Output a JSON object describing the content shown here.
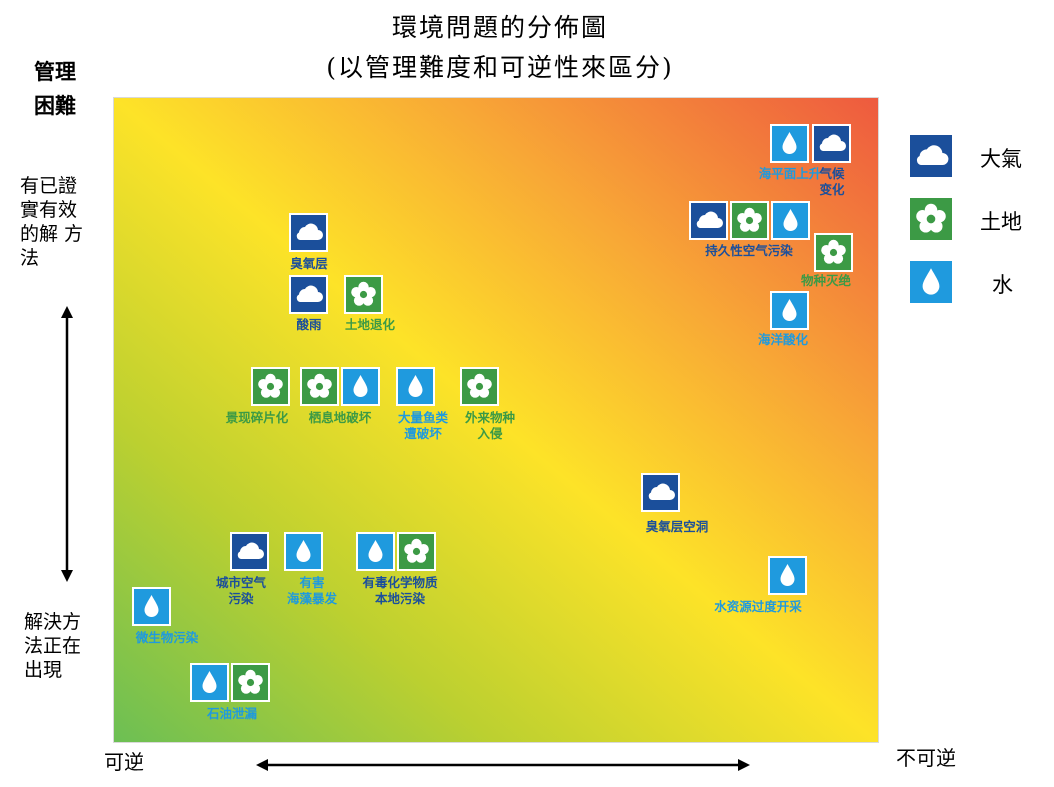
{
  "title": {
    "line1": "環境問題的分佈圖",
    "line2": "(以管理難度和可逆性來區分)"
  },
  "y_axis": {
    "top_label": "管理\n困難",
    "high_label": "有已證\n實有效\n的解 方\n法",
    "low_label": "解決方\n法正在\n出現"
  },
  "x_axis": {
    "low_label": "可逆",
    "high_label": "不可逆"
  },
  "legend": [
    {
      "key": "air",
      "label": "大氣",
      "icon": "cloud-icon"
    },
    {
      "key": "land",
      "label": "土地",
      "icon": "flower-icon"
    },
    {
      "key": "water",
      "label": "水",
      "icon": "drop-icon"
    }
  ],
  "colors": {
    "air": "#1b4f9b",
    "land": "#3c9a45",
    "water": "#1f9ade",
    "gradient_low": "#6cbf54",
    "gradient_mid": "#fde328",
    "gradient_high": "#ee5a3f"
  },
  "issues": [
    {
      "id": "sea-level-rise",
      "label": "海平面上升",
      "types": [
        "water"
      ],
      "label_color": "water"
    },
    {
      "id": "climate-change",
      "label": "气候\n变化",
      "types": [
        "air"
      ],
      "label_color": "air"
    },
    {
      "id": "persistent-pollution",
      "label": "持久性空气污染",
      "types": [
        "air",
        "land",
        "water"
      ],
      "label_color": "air"
    },
    {
      "id": "species-extinction",
      "label": "物种灭绝",
      "types": [
        "land"
      ],
      "label_color": "land"
    },
    {
      "id": "ocean-acidification",
      "label": "海洋酸化",
      "types": [
        "water"
      ],
      "label_color": "water"
    },
    {
      "id": "ozone-layer",
      "label": "臭氧层",
      "types": [
        "air"
      ],
      "label_color": "air"
    },
    {
      "id": "acid-rain",
      "label": "酸雨",
      "types": [
        "air"
      ],
      "label_color": "air"
    },
    {
      "id": "land-degradation",
      "label": "土地退化",
      "types": [
        "land"
      ],
      "label_color": "land"
    },
    {
      "id": "landscape-fragmentation",
      "label": "景现碎片化",
      "types": [
        "land"
      ],
      "label_color": "land"
    },
    {
      "id": "habitat-destruction",
      "label": "栖息地破坏",
      "types": [
        "land",
        "water"
      ],
      "label_color": "land"
    },
    {
      "id": "fish-stock-destruction",
      "label": "大量鱼类\n遭破坏",
      "types": [
        "water"
      ],
      "label_color": "water"
    },
    {
      "id": "invasive-species",
      "label": "外来物种\n入侵",
      "types": [
        "land"
      ],
      "label_color": "land"
    },
    {
      "id": "ozone-hole",
      "label": "臭氧层空洞",
      "types": [
        "air"
      ],
      "label_color": "air"
    },
    {
      "id": "urban-air-pollution",
      "label": "城市空气\n污染",
      "types": [
        "air"
      ],
      "label_color": "air"
    },
    {
      "id": "harmful-algal-bloom",
      "label": "有害\n海藻暴发",
      "types": [
        "water"
      ],
      "label_color": "water"
    },
    {
      "id": "toxic-chemical-pollution",
      "label": "有毒化学物质\n本地污染",
      "types": [
        "water",
        "land"
      ],
      "label_color": "air"
    },
    {
      "id": "water-overuse",
      "label": "水资源过度开采",
      "types": [
        "water"
      ],
      "label_color": "water"
    },
    {
      "id": "microbial-pollution",
      "label": "微生物污染",
      "types": [
        "water"
      ],
      "label_color": "water"
    },
    {
      "id": "oil-spill",
      "label": "石油泄漏",
      "types": [
        "water",
        "land"
      ],
      "label_color": "water"
    }
  ]
}
